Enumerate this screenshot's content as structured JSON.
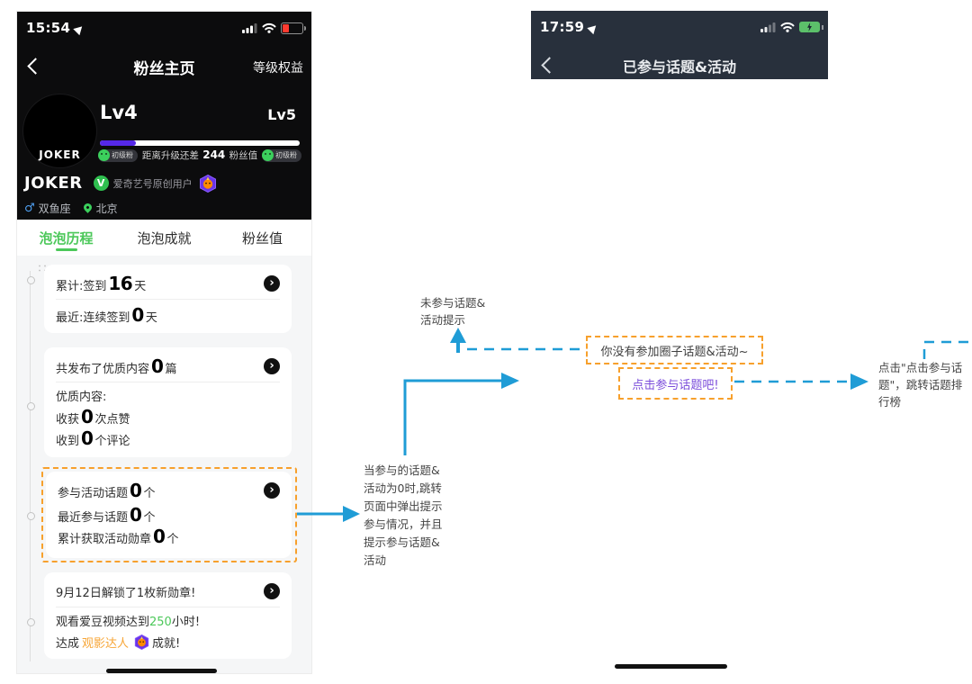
{
  "colors": {
    "accent_green": "#4cc85a",
    "accent_orange": "#f7a02c",
    "accent_blue": "#1f9cd6",
    "accent_purple_text": "#7b4ddb",
    "progress_purple": "#5528e8",
    "battery_red": "#ff3b30",
    "battery_green": "#5cc06a",
    "phone_dark": "#0c0c0d",
    "header_dark": "#28303c"
  },
  "icons": {
    "chevron_right": "›"
  },
  "left_phone": {
    "status": {
      "time": "15:54"
    },
    "nav": {
      "title": "粉丝主页",
      "right_action": "等级权益"
    },
    "profile": {
      "avatar_text": "JOKER",
      "level_current": "Lv4",
      "level_next": "Lv5",
      "progress_percent": 18,
      "badge_left": "初级粉",
      "badge_right": "初级粉",
      "upgrade_pre": "距离升级还差 ",
      "upgrade_value": "244",
      "upgrade_post": " 粉丝值",
      "name": "JOKER",
      "verified_v": "V",
      "verified_label": "爱奇艺号原创用户",
      "gender_symbol": "♂",
      "zodiac": "双鱼座",
      "city": "北京"
    },
    "tabs": [
      {
        "label": "泡泡历程",
        "active": true
      },
      {
        "label": "泡泡成就",
        "active": false
      },
      {
        "label": "粉丝值",
        "active": false
      }
    ],
    "cards": {
      "c1r1": {
        "pre": "累计:签到",
        "num": "16",
        "post": "天"
      },
      "c1r2": {
        "pre": "最近:连续签到",
        "num": "0",
        "post": "天"
      },
      "c2r1": {
        "pre": "共发布了优质内容",
        "num": "0",
        "post": "篇"
      },
      "c2r2": "优质内容:",
      "c2r3": {
        "pre": "收获",
        "num": "0",
        "post": "次点赞"
      },
      "c2r4": {
        "pre": "收到",
        "num": "0",
        "post": "个评论"
      },
      "c3r1": {
        "pre": "参与活动话题",
        "num": "0",
        "post": "个"
      },
      "c3r2": {
        "pre": "最近参与话题",
        "num": "0",
        "post": "个"
      },
      "c3r3": {
        "pre": "累计获取活动勋章",
        "num": "0",
        "post": "个"
      },
      "c4r1": "9月12日解锁了1枚新勋章!",
      "c4r2": {
        "pre": "观看爱豆视频达到",
        "num": "250",
        "post": "小时!"
      },
      "c4r3": {
        "pre": "达成",
        "link": "观影达人",
        "post": "成就!"
      }
    }
  },
  "right_phone": {
    "status": {
      "time": "17:59"
    },
    "nav": {
      "title": "已参与话题&活动"
    }
  },
  "annotations": {
    "note_top": "未参与话题&活动提示",
    "tip1": "你没有参加圈子话题&活动~",
    "tip2": "点击参与话题吧!",
    "note_right": "点击\"点击参与话题\"，跳转话题排行榜",
    "note_left": "当参与的话题&活动为0时,跳转页面中弹出提示参与情况，并且提示参与话题&活动"
  }
}
